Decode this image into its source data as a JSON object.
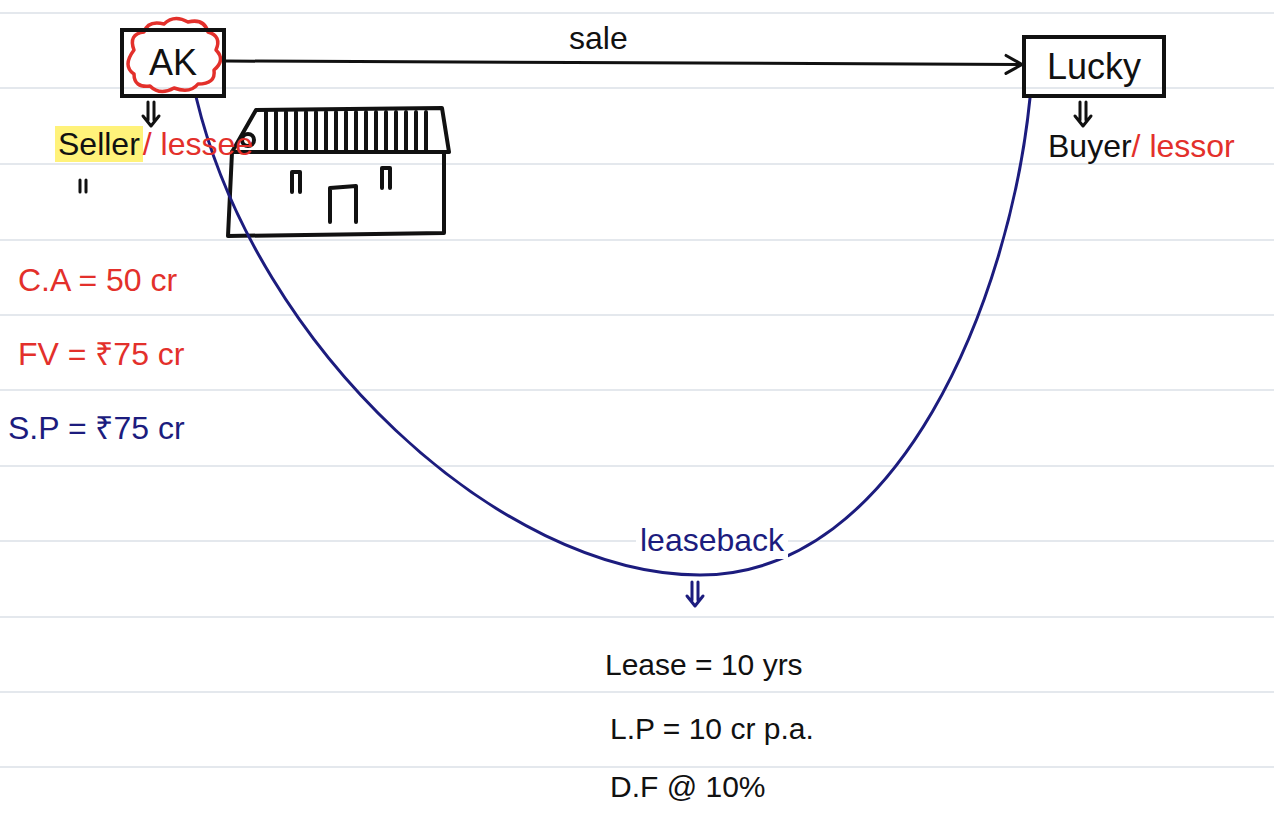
{
  "diagram": {
    "nodes": [
      {
        "text": [
          "AK"
        ]
      },
      {
        "text": [
          "Lucky"
        ]
      }
    ],
    "edges": [
      {
        "from": 0,
        "to": 1,
        "arrow": "to",
        "label": "sale"
      },
      {
        "from": 0,
        "to": 1,
        "arrow": "none",
        "label": "leaseback"
      }
    ],
    "labels": [
      "Seller",
      "/ lessee",
      "Buyer",
      "/ lessor",
      "C.A = 50 cr",
      "FV = ₹75 cr",
      "S.P = ₹75 cr",
      "Lease = 10 yrs",
      "L.P = 10 cr p.a.",
      "D.F @ 10%"
    ]
  }
}
